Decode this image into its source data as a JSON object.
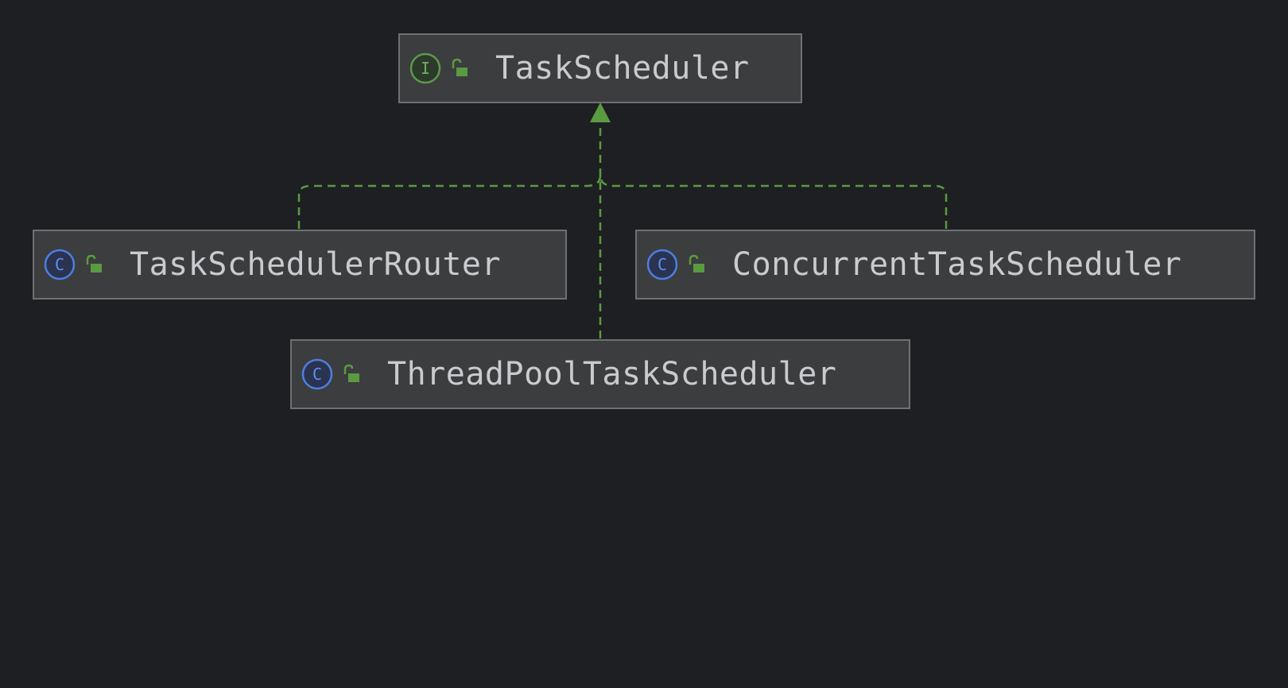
{
  "diagram": {
    "nodes": [
      {
        "id": "task-scheduler",
        "kind": "interface",
        "kind_letter": "I",
        "label": "TaskScheduler"
      },
      {
        "id": "task-scheduler-router",
        "kind": "class",
        "kind_letter": "C",
        "label": "TaskSchedulerRouter"
      },
      {
        "id": "concurrent-task-scheduler",
        "kind": "class",
        "kind_letter": "C",
        "label": "ConcurrentTaskScheduler"
      },
      {
        "id": "thread-pool-task-scheduler",
        "kind": "class",
        "kind_letter": "C",
        "label": "ThreadPoolTaskScheduler"
      }
    ],
    "edges": [
      {
        "from": "task-scheduler-router",
        "to": "task-scheduler",
        "type": "implements"
      },
      {
        "from": "concurrent-task-scheduler",
        "to": "task-scheduler",
        "type": "implements"
      },
      {
        "from": "thread-pool-task-scheduler",
        "to": "task-scheduler",
        "type": "implements"
      }
    ]
  },
  "colors": {
    "background": "#1e1f22",
    "node_fill": "#3c3d3f",
    "node_border": "#6f7073",
    "label_text": "#c9cbcf",
    "interface_icon": "#5b9a4e",
    "class_icon": "#4d7fe0",
    "public_lock": "#5a9a40",
    "edge": "#5a9a40"
  },
  "icons": {
    "interface": "interface-icon",
    "class": "class-icon",
    "visibility": "public-lock-icon"
  }
}
